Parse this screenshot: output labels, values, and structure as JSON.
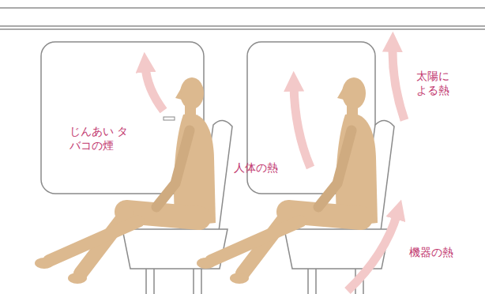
{
  "diagram": {
    "labels": [
      "じんあい タバコの煙",
      "人体の熱",
      "太陽に よる熱",
      "機器の熱"
    ]
  }
}
